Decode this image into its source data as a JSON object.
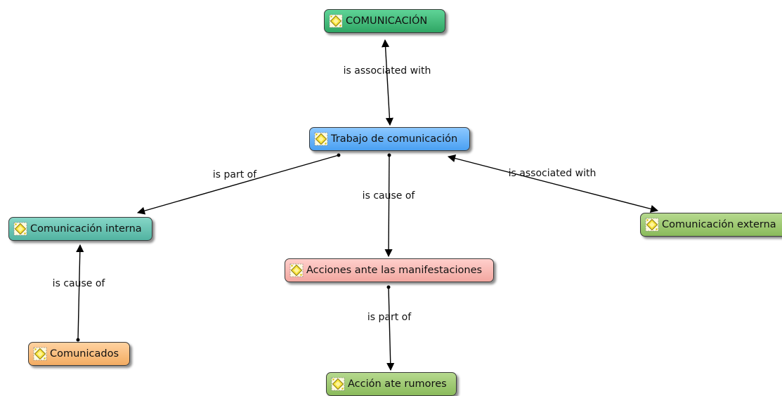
{
  "nodes": {
    "comunicacion": "COMUNICACIÓN",
    "trabajo": "Trabajo de comunicación",
    "interna": "Comunicación interna",
    "externa": "Comunicación externa",
    "acciones": "Acciones ante las manifestaciones",
    "comunicados": "Comunicados",
    "accion_rumores": "Acción ate rumores"
  },
  "edges": {
    "comunicacion_trabajo": "is associated with",
    "trabajo_interna": "is part of",
    "trabajo_acciones": "is cause of",
    "trabajo_externa": "is associated with",
    "comunicados_interna": "is cause of",
    "acciones_accion": "is part of"
  },
  "colors": {
    "comunicacion": "#3cc27a",
    "trabajo": "#6bb5ff",
    "interna": "#6fc7b7",
    "externa": "#a3cc78",
    "acciones": "#f8bab4",
    "comunicados": "#f8bf7d",
    "accion_rumores": "#a3cc78"
  },
  "icon": "concept-icon"
}
